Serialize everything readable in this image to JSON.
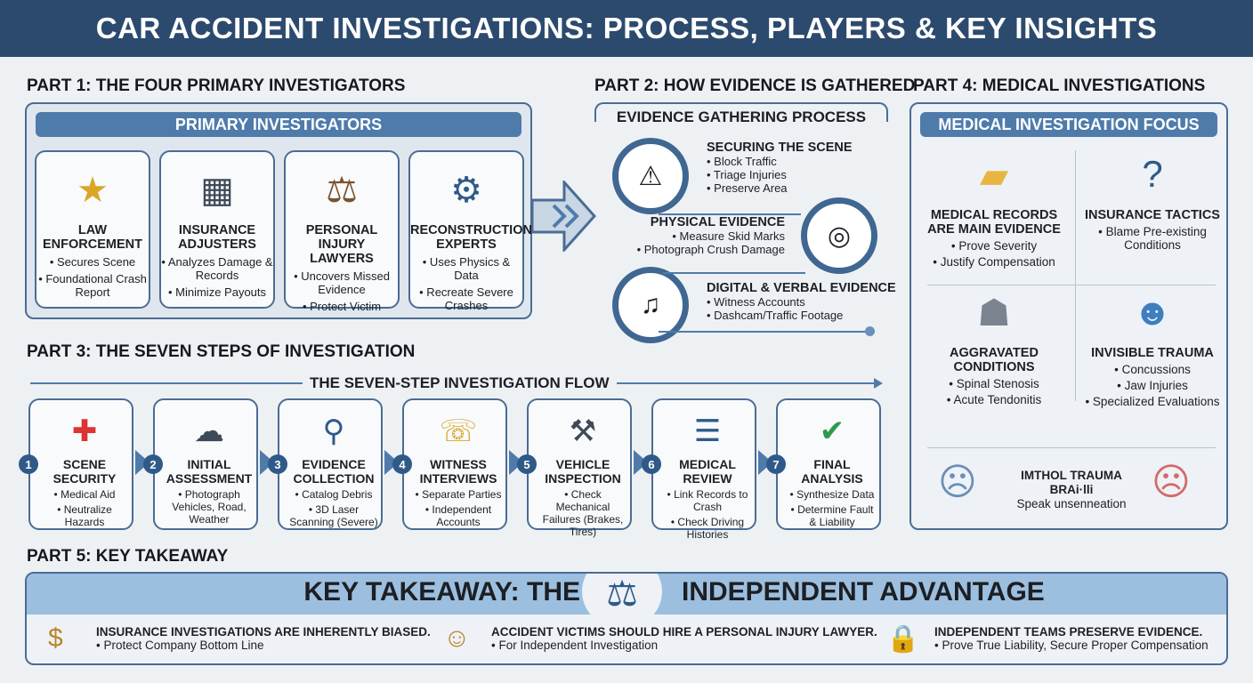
{
  "title": "CAR ACCIDENT INVESTIGATIONS: PROCESS, PLAYERS & KEY INSIGHTS",
  "colors": {
    "header": "#2c4a6e",
    "accent": "#4f7bab",
    "panel": "#dfe6ee",
    "border": "#4b6c93"
  },
  "part1": {
    "title": "PART 1: THE FOUR PRIMARY INVESTIGATORS",
    "bar": "PRIMARY INVESTIGATORS",
    "cards": [
      {
        "icon": "police-badge-icon",
        "glyph": "★",
        "name": "LAW ENFORCEMENT",
        "points": [
          "• Secures Scene",
          "• Foundational Crash Report"
        ]
      },
      {
        "icon": "calculator-briefcase-icon",
        "glyph": "▦",
        "name": "INSURANCE ADJUSTERS",
        "points": [
          "• Analyzes Damage & Records",
          "• Minimize Payouts"
        ]
      },
      {
        "icon": "gavel-shield-icon",
        "glyph": "⚖",
        "name": "PERSONAL INJURY LAWYERS",
        "points": [
          "• Uncovers Missed Evidence",
          "• Protect Victim"
        ]
      },
      {
        "icon": "car-gear-icon",
        "glyph": "⚙",
        "name": "RECONSTRUCTION EXPERTS",
        "points": [
          "• Uses Physics & Data",
          "• Recreate Severe Crashes"
        ]
      }
    ]
  },
  "part2": {
    "title": "PART 2: HOW EVIDENCE IS GATHERED",
    "bar": "EVIDENCE GATHERING PROCESS",
    "stages": [
      {
        "icon": "barrier-cone-icon",
        "glyph": "⚠",
        "name": "SECURING THE SCENE",
        "points": [
          "• Block Traffic",
          "• Triage Injuries",
          "• Preserve Area"
        ]
      },
      {
        "icon": "tape-measure-camera-icon",
        "glyph": "◎",
        "name": "PHYSICAL EVIDENCE",
        "points": [
          "• Measure Skid Marks",
          "• Photograph Crush Damage"
        ]
      },
      {
        "icon": "microphone-camera-icon",
        "glyph": "♫",
        "name": "DIGITAL & VERBAL EVIDENCE",
        "points": [
          "• Witness Accounts",
          "• Dashcam/Traffic Footage"
        ]
      }
    ]
  },
  "part3": {
    "title": "PART 3: THE SEVEN STEPS OF INVESTIGATION",
    "flow": "THE SEVEN-STEP INVESTIGATION FLOW",
    "steps": [
      {
        "n": "1",
        "icon": "first-aid-cone-icon",
        "glyph": "✚",
        "name": "SCENE SECURITY",
        "points": [
          "• Medical Aid",
          "• Neutralize Hazards"
        ]
      },
      {
        "n": "2",
        "icon": "camera-weather-icon",
        "glyph": "☁",
        "name": "INITIAL ASSESSMENT",
        "points": [
          "• Photograph Vehicles, Road, Weather"
        ]
      },
      {
        "n": "3",
        "icon": "magnifier-scanner-icon",
        "glyph": "⚲",
        "name": "EVIDENCE COLLECTION",
        "points": [
          "• Catalog Debris",
          "• 3D Laser Scanning (Severe)"
        ]
      },
      {
        "n": "4",
        "icon": "chat-bubbles-icon",
        "glyph": "☏",
        "name": "WITNESS INTERVIEWS",
        "points": [
          "• Separate Parties",
          "• Independent Accounts"
        ]
      },
      {
        "n": "5",
        "icon": "wrench-tire-icon",
        "glyph": "⚒",
        "name": "VEHICLE INSPECTION",
        "points": [
          "• Check Mechanical Failures (Brakes, Tires)"
        ]
      },
      {
        "n": "6",
        "icon": "clipboard-id-card-icon",
        "glyph": "☰",
        "name": "MEDICAL REVIEW",
        "points": [
          "• Link Records to Crash",
          "• Check Driving Histories"
        ]
      },
      {
        "n": "7",
        "icon": "document-check-icon",
        "glyph": "✔",
        "name": "FINAL ANALYSIS",
        "points": [
          "• Synthesize Data",
          "• Determine Fault & Liability"
        ]
      }
    ]
  },
  "part4": {
    "title": "PART 4: MEDICAL INVESTIGATIONS",
    "bar": "MEDICAL INVESTIGATION FOCUS",
    "items": [
      {
        "icon": "folder-icon",
        "glyph": "▰",
        "name": "MEDICAL RECORDS ARE MAIN EVIDENCE",
        "points": [
          "• Prove Severity",
          "• Justify Compensation"
        ]
      },
      {
        "icon": "person-question-icon",
        "glyph": "?",
        "name": "INSURANCE TACTICS",
        "points": [
          "• Blame Pre-existing Conditions"
        ]
      },
      {
        "icon": "spine-knee-icon",
        "glyph": "☗",
        "name": "AGGRAVATED CONDITIONS",
        "points": [
          "• Spinal Stenosis",
          "• Acute Tendonitis"
        ]
      },
      {
        "icon": "head-brain-icon",
        "glyph": "☻",
        "name": "INVISIBLE TRAUMA",
        "points": [
          "• Concussions",
          "• Jaw Injuries",
          "• Specialized Evaluations"
        ]
      }
    ],
    "bottom": {
      "line1": "IMTHOL TRAUMA",
      "line2": "BRAi·lli",
      "line3": "Speak unsenneation"
    }
  },
  "part5": {
    "title": "PART 5: KEY TAKEAWAY",
    "banner_left": "KEY TAKEAWAY: THE",
    "banner_right": "INDEPENDENT ADVANTAGE",
    "items": [
      {
        "icon": "money-bag-down-icon",
        "glyph": "$",
        "head": "INSURANCE INVESTIGATIONS ARE INHERENTLY BIASED.",
        "sub": "• Protect Company Bottom Line"
      },
      {
        "icon": "lawyer-icon",
        "glyph": "☺",
        "head": "ACCIDENT VICTIMS SHOULD HIRE A PERSONAL INJURY LAWYER.",
        "sub": "• For Independent Investigation"
      },
      {
        "icon": "lock-database-icon",
        "glyph": "🔒",
        "head": "INDEPENDENT TEAMS PRESERVE EVIDENCE.",
        "sub": "• Prove True Liability, Secure Proper Compensation"
      }
    ]
  }
}
